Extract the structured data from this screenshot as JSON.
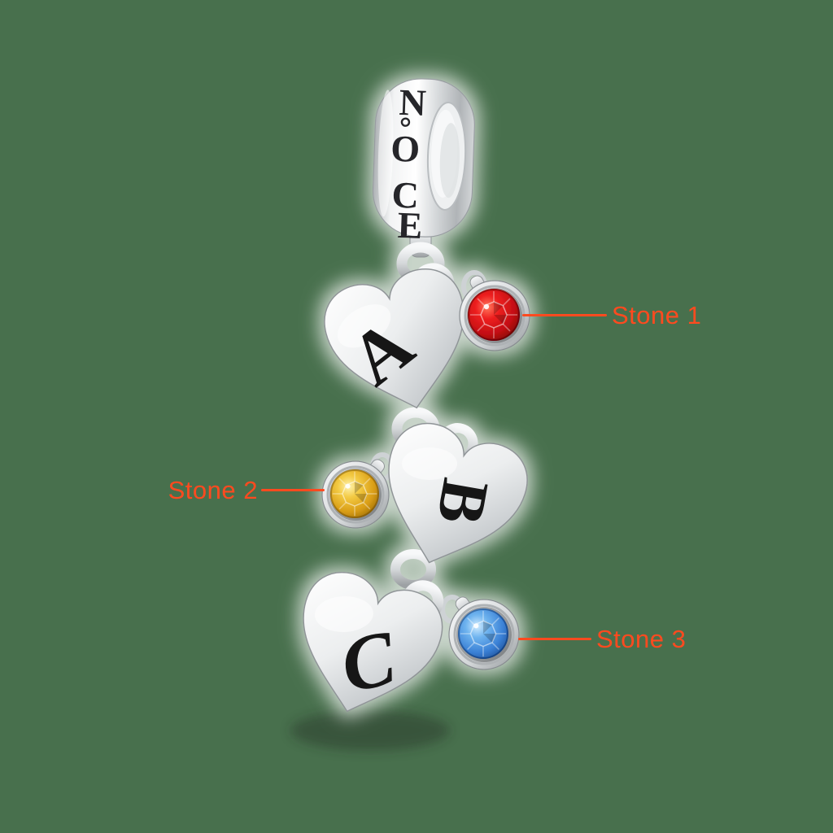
{
  "page": {
    "background_color": "#48704D"
  },
  "annotations": {
    "accent_color": "#FF4A1F",
    "items": [
      {
        "label": "Stone 1",
        "side": "right",
        "points_to": "red stone"
      },
      {
        "label": "Stone 2",
        "side": "left",
        "points_to": "yellow stone"
      },
      {
        "label": "Stone 3",
        "side": "right",
        "points_to": "blue stone"
      }
    ]
  },
  "product": {
    "brand": "NOCE",
    "brand_letters": [
      "N",
      "O",
      "C",
      "E"
    ],
    "metal_color": "#C9CDD0",
    "charms": [
      {
        "letter": "A",
        "stone_color_name": "red",
        "stone_color": "#D21717"
      },
      {
        "letter": "B",
        "stone_color_name": "yellow",
        "stone_color": "#EFC43E"
      },
      {
        "letter": "C",
        "stone_color_name": "blue",
        "stone_color": "#5BA7E8"
      }
    ]
  }
}
